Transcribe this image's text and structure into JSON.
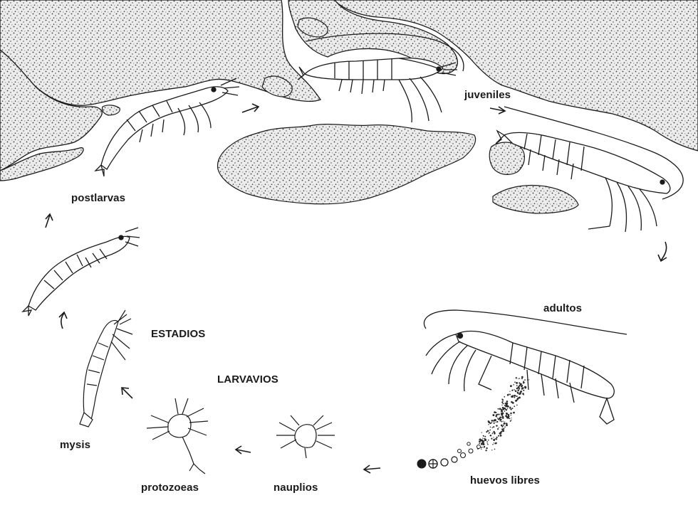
{
  "labels": {
    "postlarvae": "postlarvas",
    "juveniles": "juveniles",
    "adults": "adultos",
    "larval_stages_line1": "ESTADIOS",
    "larval_stages_line2": "LARVAVIOS",
    "mysis": "mysis",
    "protozoea": "protozoeas",
    "nauplius": "nauplios",
    "eggs": "huevos libres"
  },
  "icons": {
    "land": "stippled-coastline",
    "island": "stippled-island",
    "arrow": "cycle-arrow",
    "shrimp": "shrimp-drawing",
    "larva": "larva-drawing",
    "egg": "egg-icon"
  },
  "colors": {
    "ink": "#1a1a1a",
    "paper": "#ffffff",
    "stipple": "#3a3a3a"
  }
}
